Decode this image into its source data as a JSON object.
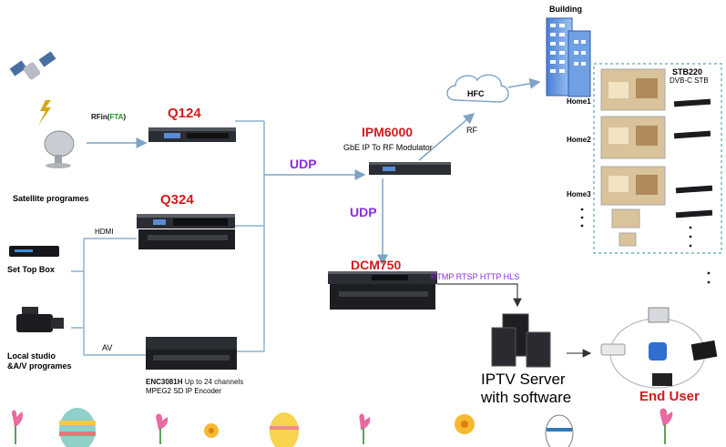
{
  "sources": {
    "satellite_label": "Satellite programes",
    "stb_label": "Set Top Box",
    "studio_label_1": "Local studio",
    "studio_label_2": "&A/V programes",
    "rfin_prefix": "RFin(",
    "rfin_fta": "FTA",
    "rfin_suffix": ")",
    "hdmi_label": "HDMI",
    "av_label": "AV"
  },
  "devices": {
    "q124": "Q124",
    "q324": "Q324",
    "enc_title": "ENC3081H",
    "enc_desc_1": "Up to 24 channels",
    "enc_desc_2": "MPEG2 SD IP Encoder",
    "ipm_title": "IPM6000",
    "ipm_desc": "GbE IP To RF Modulator",
    "dcm_title": "DCM750"
  },
  "links": {
    "udp_1": "UDP",
    "udp_2": "UDP",
    "rf": "RF",
    "hfc": "HFC",
    "protocols": "RTMP RTSP HTTP HLS"
  },
  "building": {
    "title": "Building",
    "stb_title": "STB220",
    "stb_desc": "DVB-C STB",
    "homes": [
      "Home1",
      "Home2",
      "Home3"
    ]
  },
  "iptv": {
    "line1": "IPTV Server",
    "line2": "with software",
    "end_user": "End User"
  },
  "colors": {
    "red": "#d21b1b",
    "purple": "#8b2be0",
    "line": "#8fb1cf",
    "device": "#1e2024"
  }
}
